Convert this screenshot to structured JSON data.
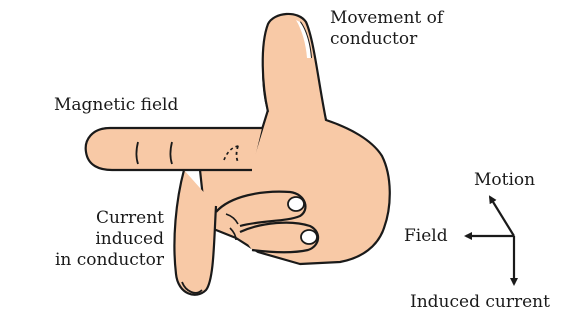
{
  "hand_labels": {
    "thumb": [
      "Movement of",
      "conductor"
    ],
    "forefinger": "Magnetic field",
    "middle_finger": [
      "Current",
      "induced",
      "in conductor"
    ]
  },
  "axes_key": {
    "up_label": "Motion",
    "left_label": "Field",
    "down_label": "Induced current"
  },
  "colors": {
    "skin": "#F8C9A6",
    "outline": "#1a1a1a",
    "nail": "#FFFFFF",
    "text": "#1a1a1a"
  }
}
